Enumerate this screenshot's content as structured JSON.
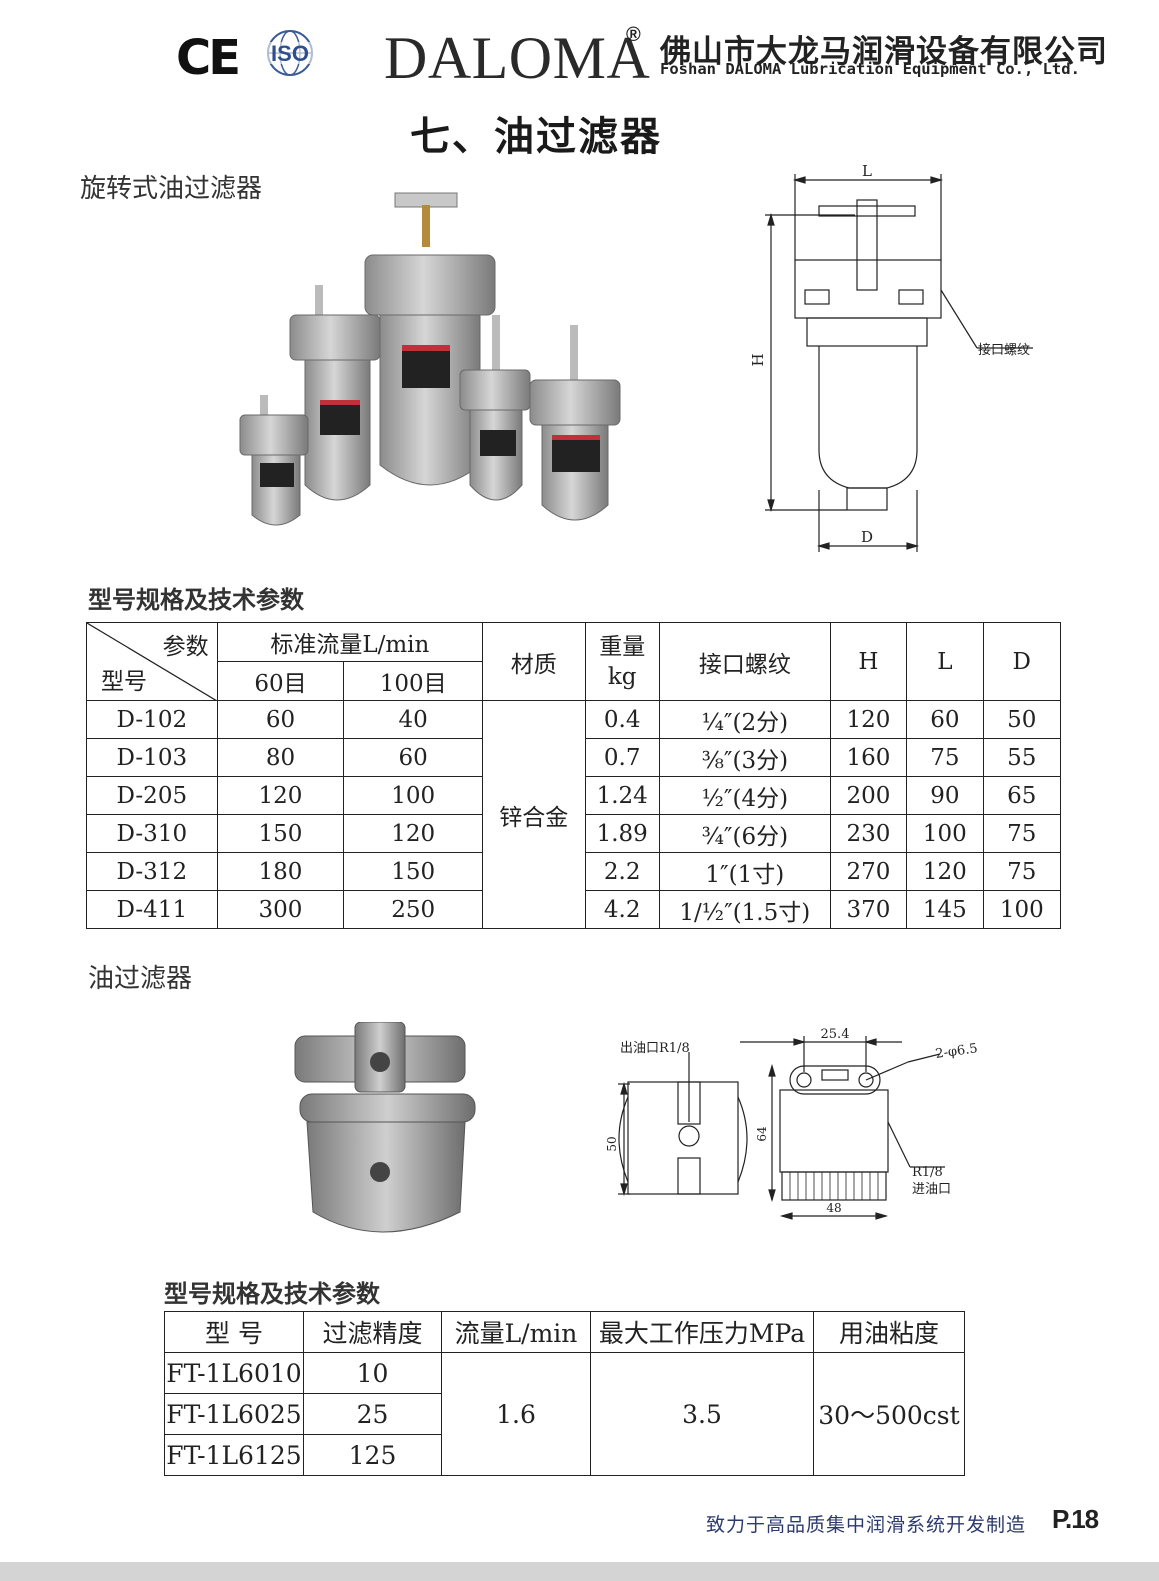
{
  "header": {
    "ce_mark": "CE",
    "iso_mark": "ISO",
    "brand": "DALOMA",
    "registered": "®",
    "company_cn": "佛山市大龙马润滑设备有限公司",
    "company_en": "Foshan DALOMA Lubrication Equipment Co., Ltd."
  },
  "page_title": "七、油过滤器",
  "section1": {
    "heading": "旋转式油过滤器",
    "drawing": {
      "dim_L": "L",
      "dim_H": "H",
      "dim_D": "D",
      "callout": "接口螺纹"
    },
    "table_title": "型号规格及技术参数",
    "table": {
      "corner_param": "参数",
      "corner_model": "型号",
      "flow_header": "标准流量L/min",
      "mesh60": "60目",
      "mesh100": "100目",
      "material_header": "材质",
      "weight_header": "重量",
      "weight_unit": "kg",
      "thread_header": "接口螺纹",
      "h_header": "H",
      "l_header": "L",
      "d_header": "D",
      "material": "锌合金",
      "rows": [
        {
          "model": "D-102",
          "f60": "60",
          "f100": "40",
          "weight": "0.4",
          "thread": "¼″(2分)",
          "h": "120",
          "l": "60",
          "d": "50"
        },
        {
          "model": "D-103",
          "f60": "80",
          "f100": "60",
          "weight": "0.7",
          "thread": "⅜″(3分)",
          "h": "160",
          "l": "75",
          "d": "55"
        },
        {
          "model": "D-205",
          "f60": "120",
          "f100": "100",
          "weight": "1.24",
          "thread": "½″(4分)",
          "h": "200",
          "l": "90",
          "d": "65"
        },
        {
          "model": "D-310",
          "f60": "150",
          "f100": "120",
          "weight": "1.89",
          "thread": "¾″(6分)",
          "h": "230",
          "l": "100",
          "d": "75"
        },
        {
          "model": "D-312",
          "f60": "180",
          "f100": "150",
          "weight": "2.2",
          "thread": "1″(1寸)",
          "h": "270",
          "l": "120",
          "d": "75"
        },
        {
          "model": "D-411",
          "f60": "300",
          "f100": "250",
          "weight": "4.2",
          "thread": "1/½″(1.5寸)",
          "h": "370",
          "l": "145",
          "d": "100"
        }
      ]
    }
  },
  "section2": {
    "heading": "油过滤器",
    "drawing": {
      "outlet": "出油口R1/8",
      "dim_50": "50",
      "dim_64": "64",
      "dim_254": "25.4",
      "holes": "2-φ6.5",
      "dim_48": "48",
      "inlet_thread": "R1/8",
      "inlet": "进油口"
    },
    "table_title": "型号规格及技术参数",
    "table": {
      "h_model": "型  号",
      "h_precision": "过滤精度",
      "h_flow": "流量L/min",
      "h_pressure": "最大工作压力MPa",
      "h_viscosity": "用油粘度",
      "flow": "1.6",
      "pressure": "3.5",
      "viscosity": "30～500cst",
      "rows": [
        {
          "model": "FT-1L6010",
          "precision": "10"
        },
        {
          "model": "FT-1L6025",
          "precision": "25"
        },
        {
          "model": "FT-1L6125",
          "precision": "125"
        }
      ]
    }
  },
  "footer": {
    "slogan": "致力于高品质集中润滑系统开发制造",
    "page": "P.18"
  }
}
